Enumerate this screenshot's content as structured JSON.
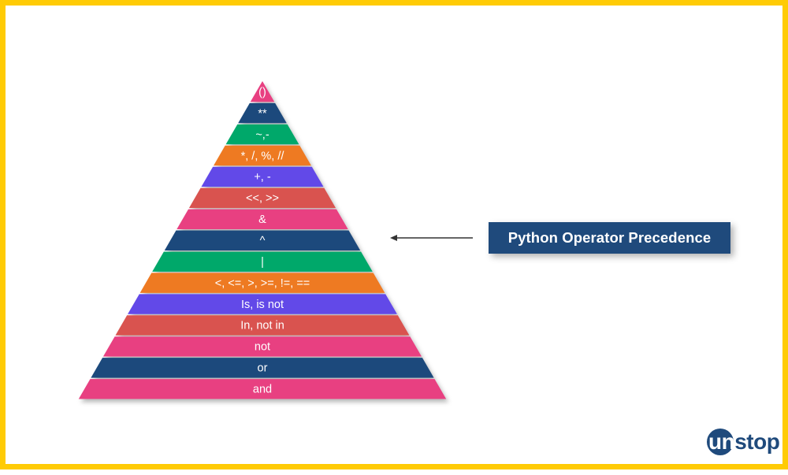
{
  "diagram": {
    "layers": [
      {
        "label": "()",
        "color": "#e84081"
      },
      {
        "label": "**",
        "color": "#1f4a7c"
      },
      {
        "label": "~,-",
        "color": "#00a86b"
      },
      {
        "label": "*, /, %, //",
        "color": "#ee7a22"
      },
      {
        "label": "+, -",
        "color": "#6248e8"
      },
      {
        "label": "<<, >>",
        "color": "#d9534f"
      },
      {
        "label": "&",
        "color": "#e84081"
      },
      {
        "label": "^",
        "color": "#1f4a7c"
      },
      {
        "label": "|",
        "color": "#00a86b"
      },
      {
        "label": "<, <=, >, >=, !=, ==",
        "color": "#ee7a22"
      },
      {
        "label": "Is, is not",
        "color": "#6248e8"
      },
      {
        "label": "In, not in",
        "color": "#d9534f"
      },
      {
        "label": "not",
        "color": "#e84081"
      },
      {
        "label": "or",
        "color": "#1f4a7c"
      },
      {
        "label": "and",
        "color": "#e84081"
      }
    ],
    "title": "Python Operator Precedence",
    "arrow_color": "#333333"
  },
  "brand": {
    "logo_first": "un",
    "logo_rest": "stop",
    "logo_color": "#1f4a7c",
    "frame_color": "#ffcb05"
  }
}
